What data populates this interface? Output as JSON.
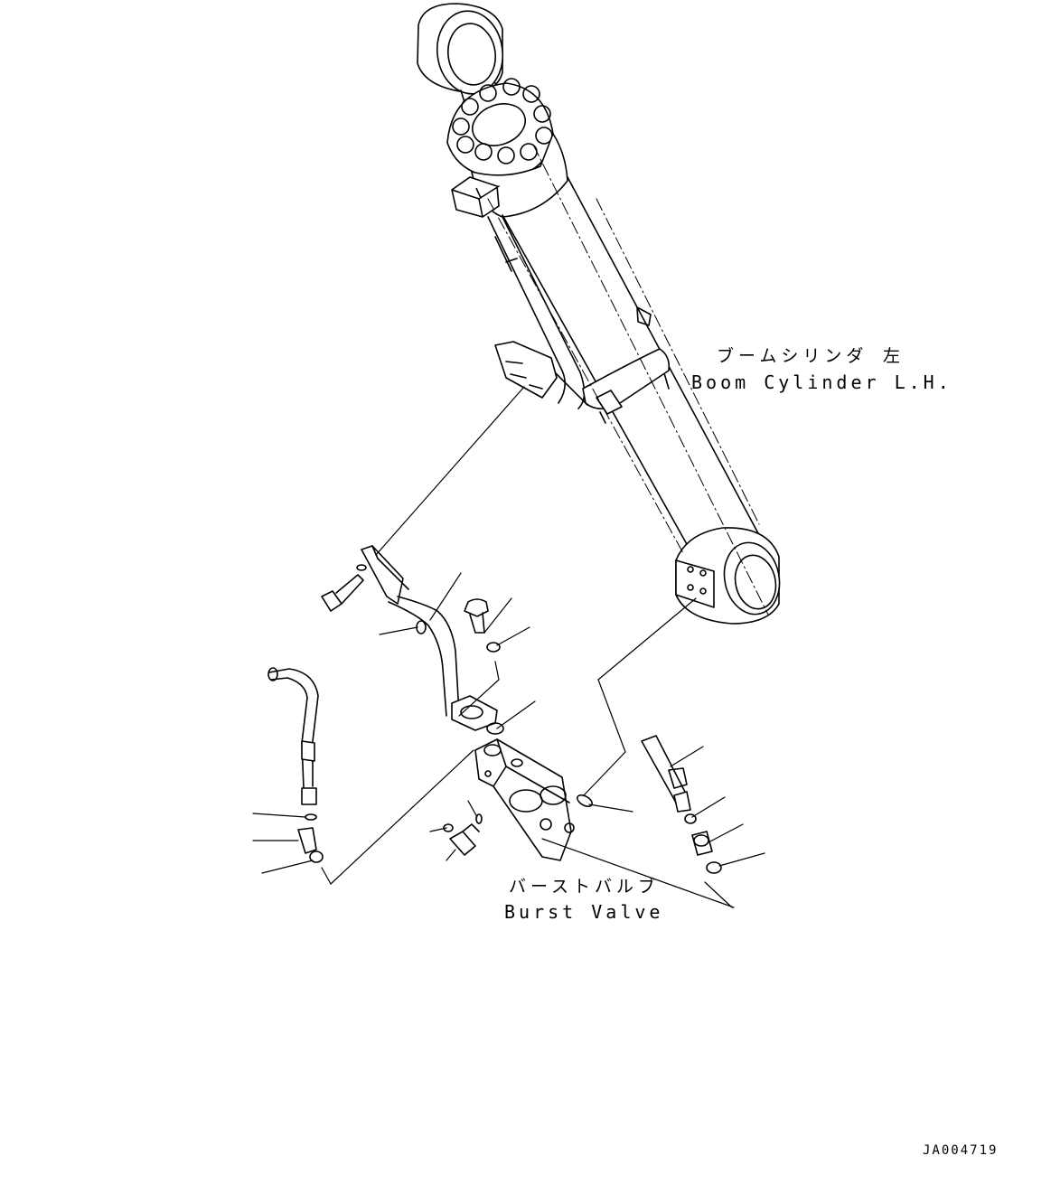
{
  "labels": {
    "boom_cylinder_jp": "ブームシリンダ 左",
    "boom_cylinder_en": "Boom Cylinder L.H.",
    "burst_valve_jp": "バーストバルブ",
    "burst_valve_en": "Burst Valve",
    "drawing_number": "JA004719"
  },
  "colors": {
    "line": "#000000",
    "background": "#ffffff"
  }
}
